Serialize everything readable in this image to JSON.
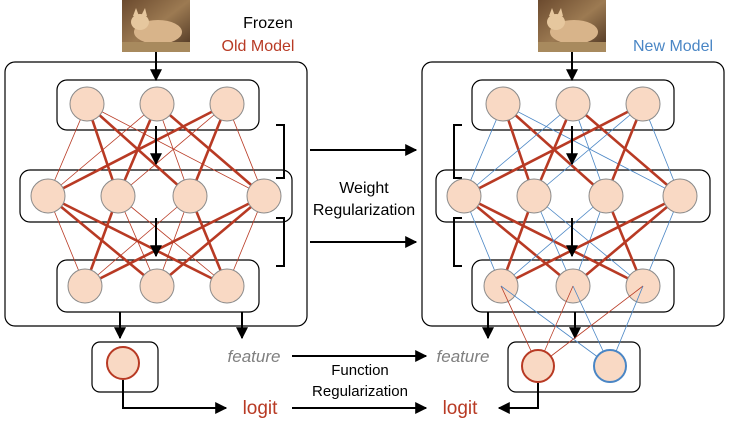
{
  "old_model": {
    "frozen_label": "Frozen",
    "name_label": "Old Model",
    "input_image_icon": "cat-photo-icon",
    "output_node_color": "#b83a24"
  },
  "new_model": {
    "name_label": "New Model",
    "input_image_icon": "cat-photo-icon",
    "old_head_color": "#b83a24",
    "new_head_color": "#4a86c5"
  },
  "labels": {
    "weight_reg_line1": "Weight",
    "weight_reg_line2": "Regularization",
    "feature_left": "feature",
    "feature_right": "feature",
    "function_reg_line1": "Function",
    "function_reg_line2": "Regularization",
    "logit_left": "logit",
    "logit_right": "logit"
  },
  "colors": {
    "node_fill": "#f9d9c4",
    "node_stroke": "#8a8a8a",
    "old_weight": "#b83a24",
    "new_weight": "#4a86c5",
    "feature_text": "#7f7f7f",
    "logit_text": "#b83a24",
    "new_model_text": "#4a86c5"
  }
}
